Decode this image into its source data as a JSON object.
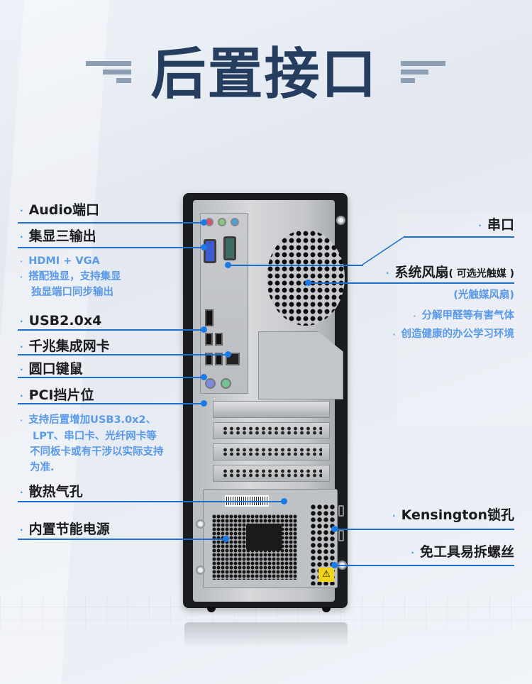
{
  "header": {
    "title": "后置接口"
  },
  "colors": {
    "title": "#253e5f",
    "title_decor": "#8f9fb3",
    "accent_line": "#1a6fd0",
    "accent_dot": "#1a7ae8",
    "label_text": "#1b1c1e",
    "sub_text": "#5a9ae8",
    "bullet": "#3ca0f0"
  },
  "left_labels": [
    {
      "id": "audio",
      "text": "Audio端口"
    },
    {
      "id": "igpu",
      "text": "集显三输出"
    },
    {
      "id": "usb2",
      "text": "USB2.0x4"
    },
    {
      "id": "lan",
      "text": "千兆集成网卡"
    },
    {
      "id": "ps2",
      "text": "圆口键鼠"
    },
    {
      "id": "pci",
      "text": "PCI挡片位"
    },
    {
      "id": "vent",
      "text": "散热气孔"
    },
    {
      "id": "psu",
      "text": "内置节能电源"
    }
  ],
  "left_notes": {
    "igpu": [
      "HDMI + VGA",
      "搭配独显，支持集显",
      "独显端口同步输出"
    ],
    "pci": [
      "支持后置增加USB3.0x2、",
      "LPT、串口卡、光纤网卡等",
      "不同板卡或有干涉以实际支持",
      "为准."
    ]
  },
  "right_labels": [
    {
      "id": "serial",
      "text": "串口"
    },
    {
      "id": "fan",
      "text": "系统风扇",
      "suffix": "( 可选光触媒 )"
    },
    {
      "id": "kensington",
      "text": "Kensington锁孔"
    },
    {
      "id": "screw",
      "text": "免工具易拆螺丝"
    }
  ],
  "right_notes": {
    "fan": [
      "(光触媒风扇)",
      "分解甲醛等有害气体",
      "创造健康的办公学习环境"
    ]
  },
  "bullet_glyph": "·",
  "warning_glyph": "⚠"
}
